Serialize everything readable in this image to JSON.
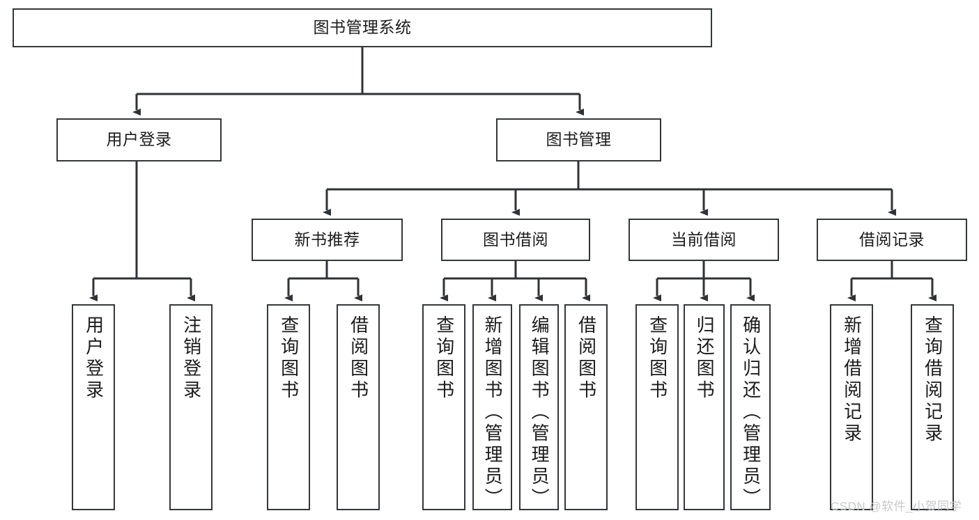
{
  "diagram": {
    "title": "图书管理系统",
    "type": "tree",
    "orientation": "top-down",
    "colors": {
      "box_border": "#33373b",
      "box_fill": "#ffffff",
      "connector": "#2f3236",
      "text": "#1b1b1b",
      "watermark": "#c9c9c9",
      "background": "#ffffff"
    },
    "watermark": "CSDN @软件_小贺同学",
    "nodes": {
      "root": {
        "label": "图书管理系统"
      },
      "level2": [
        {
          "label": "用户登录"
        },
        {
          "label": "图书管理"
        }
      ],
      "level3": [
        {
          "label": "新书推荐"
        },
        {
          "label": "图书借阅"
        },
        {
          "label": "当前借阅"
        },
        {
          "label": "借阅记录"
        }
      ],
      "leaves": {
        "user_login": [
          {
            "label": "用户登录"
          },
          {
            "label": "注销登录"
          }
        ],
        "new_book_recommend": [
          {
            "label": "查询图书"
          },
          {
            "label": "借阅图书"
          }
        ],
        "book_borrow": [
          {
            "label": "查询图书"
          },
          {
            "label": "新增图书（管理员）"
          },
          {
            "label": "编辑图书（管理员）"
          },
          {
            "label": "借阅图书"
          }
        ],
        "current_borrow": [
          {
            "label": "查询图书"
          },
          {
            "label": "归还图书"
          },
          {
            "label": "确认归还（管理员）"
          }
        ],
        "borrow_record": [
          {
            "label": "新增借阅记录"
          },
          {
            "label": "查询借阅记录"
          }
        ]
      }
    }
  }
}
